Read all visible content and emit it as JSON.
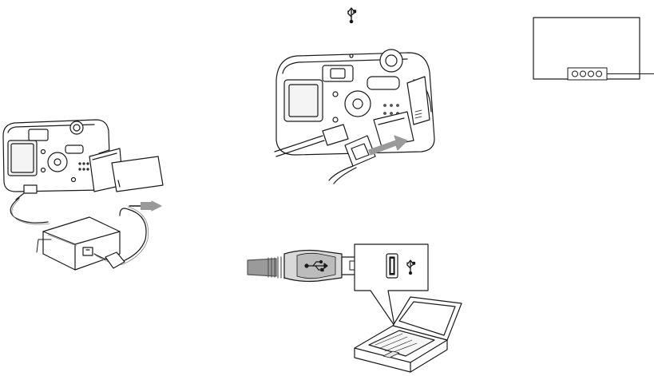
{
  "figure": {
    "panels": [
      {
        "id": "camera-ac-adaptor",
        "kind": "illustration"
      },
      {
        "id": "camera-usb-plug",
        "kind": "illustration"
      },
      {
        "id": "lcd-screen-indicator",
        "kind": "illustration"
      },
      {
        "id": "usb-cable-to-computer",
        "kind": "illustration"
      }
    ],
    "icons": [
      "usb-symbol-icon",
      "arrow-icon"
    ],
    "colors": {
      "line": "#1a1a1a",
      "gray": "#9a9a9a",
      "light_gray": "#d9d9d9",
      "background": "#ffffff"
    }
  }
}
